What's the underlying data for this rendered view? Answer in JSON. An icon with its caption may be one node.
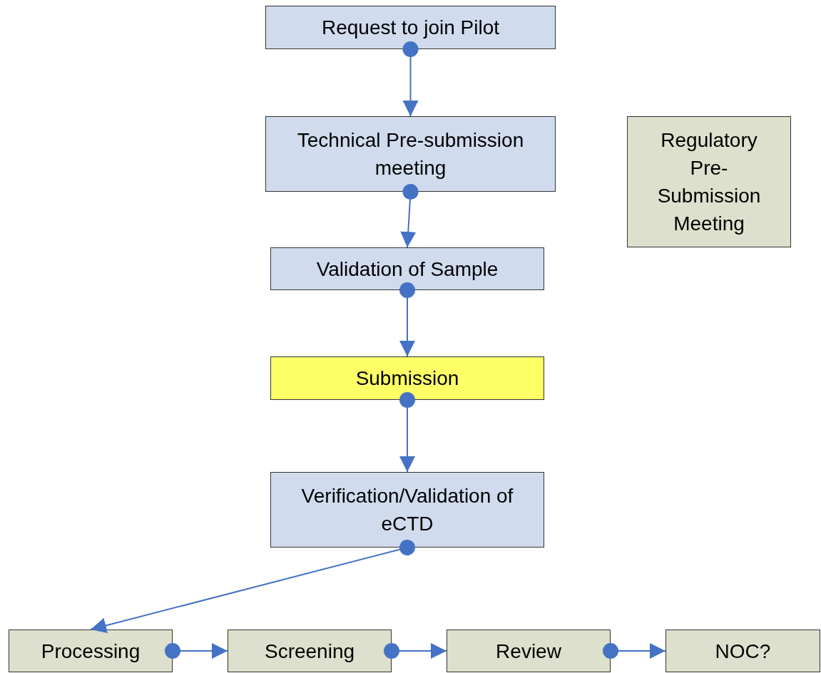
{
  "diagram": {
    "nodes": [
      {
        "text": [
          "Request to join Pilot"
        ]
      },
      {
        "text": [
          "Technical Pre-submission meeting"
        ]
      },
      {
        "text": [
          "Validation of Sample"
        ]
      },
      {
        "text": [
          "Submission"
        ]
      },
      {
        "text": [
          "Verification/Validation of eCTD"
        ]
      },
      {
        "text": [
          "Regulatory Pre-Submission Meeting"
        ]
      },
      {
        "text": [
          "Processing"
        ]
      },
      {
        "text": [
          "Screening"
        ]
      },
      {
        "text": [
          "Review"
        ]
      },
      {
        "text": [
          "NOC?"
        ]
      }
    ],
    "edges": [
      {
        "from": 0,
        "to": 1,
        "arrow": "to"
      },
      {
        "from": 1,
        "to": 2,
        "arrow": "to"
      },
      {
        "from": 2,
        "to": 3,
        "arrow": "to"
      },
      {
        "from": 3,
        "to": 4,
        "arrow": "to"
      },
      {
        "from": 4,
        "to": 6,
        "arrow": "to"
      },
      {
        "from": 6,
        "to": 7,
        "arrow": "to"
      },
      {
        "from": 7,
        "to": 8,
        "arrow": "to"
      },
      {
        "from": 8,
        "to": 9,
        "arrow": "to"
      }
    ]
  }
}
